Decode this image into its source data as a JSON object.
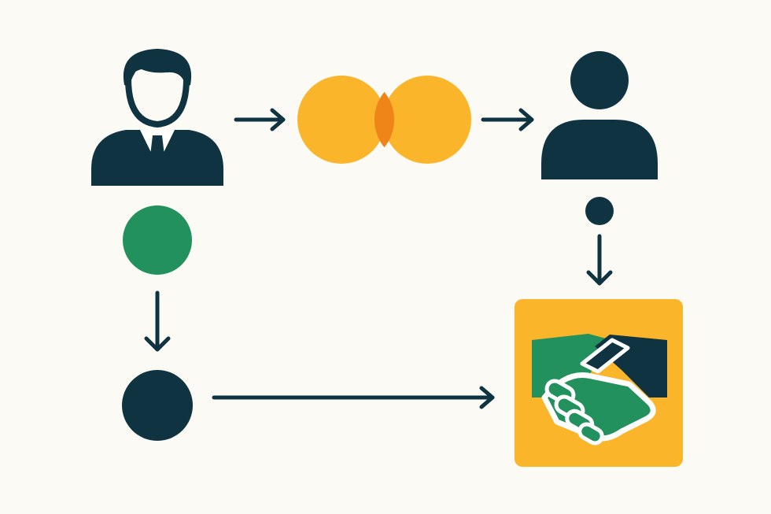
{
  "colors": {
    "background": "#fbfaf4",
    "navy": "#0f3340",
    "yellow": "#fbb52a",
    "overlap": "#ef8418",
    "green": "#22915e",
    "white": "#ffffff"
  },
  "nodes": [
    {
      "id": "businessman",
      "icon": "businessman-icon"
    },
    {
      "id": "overlap-circles",
      "icon": "overlapping-circles-icon"
    },
    {
      "id": "person",
      "icon": "person-icon"
    },
    {
      "id": "person-dot",
      "icon": "small-dark-dot"
    },
    {
      "id": "green-dot",
      "icon": "green-dot"
    },
    {
      "id": "dark-dot",
      "icon": "dark-dot"
    },
    {
      "id": "handshake",
      "icon": "handshake-icon"
    }
  ],
  "edges": [
    {
      "from": "businessman",
      "to": "overlap-circles"
    },
    {
      "from": "overlap-circles",
      "to": "person"
    },
    {
      "from": "person-dot",
      "to": "handshake"
    },
    {
      "from": "green-dot",
      "to": "dark-dot"
    },
    {
      "from": "dark-dot",
      "to": "handshake"
    }
  ]
}
